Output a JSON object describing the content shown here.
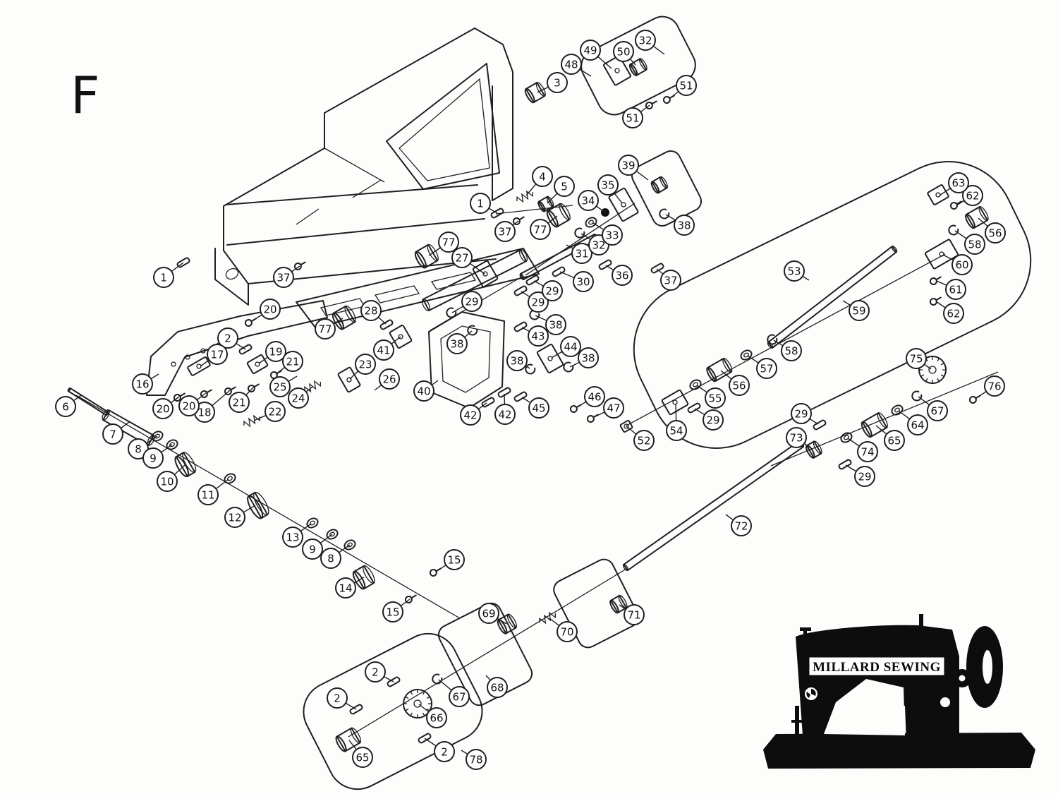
{
  "page": {
    "figure_label": "F"
  },
  "logo": {
    "brand": "MILLARD SEWING"
  },
  "callout_format": [
    "part_number",
    "cx",
    "cy",
    "leader_x",
    "leader_y"
  ],
  "callouts": [
    [
      1,
      232,
      393,
      260,
      372
    ],
    [
      1,
      681,
      288,
      705,
      302
    ],
    [
      2,
      323,
      479,
      348,
      495
    ],
    [
      2,
      532,
      952,
      558,
      966
    ],
    [
      2,
      478,
      989,
      505,
      1005
    ],
    [
      2,
      630,
      1065,
      602,
      1046
    ],
    [
      3,
      790,
      117,
      762,
      131
    ],
    [
      4,
      769,
      250,
      746,
      277
    ],
    [
      5,
      800,
      264,
      776,
      288
    ],
    [
      6,
      93,
      576,
      115,
      560
    ],
    [
      7,
      160,
      615,
      183,
      598
    ],
    [
      8,
      196,
      636,
      223,
      618
    ],
    [
      8,
      469,
      791,
      496,
      772
    ],
    [
      9,
      217,
      649,
      244,
      630
    ],
    [
      9,
      443,
      778,
      471,
      757
    ],
    [
      10,
      237,
      682,
      263,
      658
    ],
    [
      11,
      295,
      701,
      324,
      679
    ],
    [
      12,
      333,
      733,
      362,
      716
    ],
    [
      13,
      415,
      761,
      441,
      742
    ],
    [
      14,
      490,
      833,
      516,
      818
    ],
    [
      15,
      644,
      793,
      618,
      810
    ],
    [
      15,
      557,
      867,
      581,
      849
    ],
    [
      16,
      202,
      544,
      225,
      530
    ],
    [
      17,
      308,
      502,
      284,
      519
    ],
    [
      18,
      290,
      584,
      326,
      553
    ],
    [
      19,
      391,
      498,
      367,
      515
    ],
    [
      20,
      383,
      438,
      356,
      456
    ],
    [
      20,
      231,
      579,
      254,
      562
    ],
    [
      20,
      268,
      575,
      292,
      557
    ],
    [
      21,
      415,
      512,
      391,
      530
    ],
    [
      21,
      339,
      570,
      359,
      549
    ],
    [
      22,
      390,
      583,
      360,
      596
    ],
    [
      23,
      518,
      516,
      496,
      537
    ],
    [
      24,
      423,
      564,
      443,
      548
    ],
    [
      25,
      397,
      548,
      421,
      533
    ],
    [
      26,
      552,
      537,
      531,
      553
    ],
    [
      27,
      655,
      365,
      687,
      388
    ],
    [
      28,
      526,
      440,
      547,
      459
    ],
    [
      29,
      669,
      427,
      641,
      443
    ],
    [
      29,
      763,
      428,
      739,
      413
    ],
    [
      29,
      783,
      412,
      757,
      398
    ],
    [
      29,
      1011,
      595,
      985,
      579
    ],
    [
      29,
      1136,
      586,
      1160,
      601
    ],
    [
      29,
      1226,
      675,
      1199,
      659
    ],
    [
      30,
      827,
      399,
      794,
      385
    ],
    [
      31,
      825,
      359,
      803,
      347
    ],
    [
      32,
      915,
      57,
      942,
      77
    ],
    [
      32,
      849,
      347,
      824,
      331
    ],
    [
      33,
      868,
      333,
      841,
      316
    ],
    [
      34,
      834,
      284,
      858,
      301
    ],
    [
      35,
      862,
      262,
      882,
      288
    ],
    [
      36,
      882,
      390,
      859,
      376
    ],
    [
      37,
      402,
      393,
      425,
      377
    ],
    [
      37,
      716,
      328,
      735,
      313
    ],
    [
      37,
      951,
      397,
      931,
      381
    ],
    [
      38,
      970,
      319,
      944,
      304
    ],
    [
      38,
      788,
      460,
      759,
      447
    ],
    [
      38,
      648,
      487,
      669,
      469
    ],
    [
      38,
      733,
      511,
      751,
      522
    ],
    [
      38,
      834,
      507,
      808,
      520
    ],
    [
      39,
      891,
      234,
      919,
      255
    ],
    [
      40,
      601,
      554,
      621,
      539
    ],
    [
      41,
      544,
      496,
      568,
      477
    ],
    [
      42,
      667,
      588,
      690,
      571
    ],
    [
      42,
      716,
      587,
      715,
      558
    ],
    [
      43,
      763,
      476,
      740,
      464
    ],
    [
      44,
      809,
      491,
      782,
      507
    ],
    [
      45,
      764,
      578,
      740,
      563
    ],
    [
      46,
      843,
      562,
      818,
      577
    ],
    [
      47,
      870,
      578,
      842,
      591
    ],
    [
      48,
      810,
      91,
      838,
      108
    ],
    [
      49,
      837,
      71,
      867,
      97
    ],
    [
      50,
      884,
      73,
      901,
      92
    ],
    [
      51,
      973,
      121,
      950,
      139
    ],
    [
      51,
      897,
      167,
      921,
      149
    ],
    [
      52,
      913,
      624,
      888,
      604
    ],
    [
      53,
      1126,
      384,
      1147,
      397
    ],
    [
      54,
      959,
      610,
      958,
      572
    ],
    [
      55,
      1014,
      564,
      988,
      546
    ],
    [
      56,
      1411,
      330,
      1387,
      309
    ],
    [
      56,
      1048,
      546,
      1022,
      525
    ],
    [
      57,
      1087,
      522,
      1060,
      504
    ],
    [
      58,
      1382,
      346,
      1354,
      327
    ],
    [
      58,
      1122,
      497,
      1097,
      482
    ],
    [
      59,
      1218,
      440,
      1195,
      426
    ],
    [
      60,
      1364,
      375,
      1337,
      361
    ],
    [
      61,
      1355,
      410,
      1328,
      398
    ],
    [
      62,
      1379,
      277,
      1356,
      291
    ],
    [
      62,
      1352,
      444,
      1327,
      427
    ],
    [
      63,
      1359,
      259,
      1332,
      277
    ],
    [
      64,
      1301,
      602,
      1274,
      582
    ],
    [
      65,
      514,
      1073,
      495,
      1049
    ],
    [
      65,
      1268,
      624,
      1242,
      603
    ],
    [
      66,
      619,
      1017,
      594,
      998
    ],
    [
      67,
      651,
      987,
      622,
      963
    ],
    [
      67,
      1329,
      582,
      1302,
      562
    ],
    [
      68,
      705,
      974,
      689,
      957
    ],
    [
      69,
      693,
      869,
      718,
      884
    ],
    [
      70,
      804,
      895,
      779,
      876
    ],
    [
      71,
      899,
      871,
      878,
      857
    ],
    [
      72,
      1051,
      745,
      1029,
      729
    ],
    [
      73,
      1129,
      620,
      1152,
      637
    ],
    [
      74,
      1230,
      640,
      1202,
      621
    ],
    [
      75,
      1299,
      508,
      1320,
      523
    ],
    [
      76,
      1410,
      547,
      1384,
      564
    ],
    [
      77,
      766,
      325,
      790,
      306
    ],
    [
      77,
      636,
      343,
      608,
      362
    ],
    [
      77,
      461,
      466,
      486,
      451
    ],
    [
      78,
      675,
      1076,
      654,
      1063
    ]
  ]
}
